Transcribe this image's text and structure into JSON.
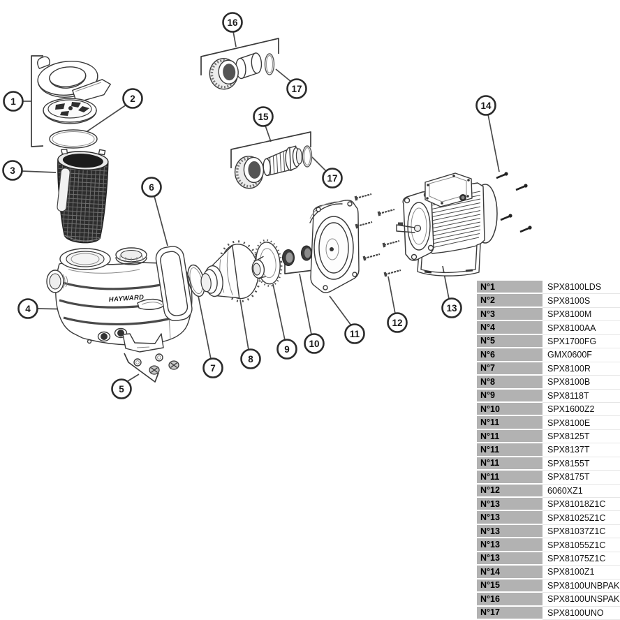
{
  "diagram": {
    "brand_label": "HAYWARD",
    "callouts": [
      {
        "number": "1"
      },
      {
        "number": "2"
      },
      {
        "number": "3"
      },
      {
        "number": "4"
      },
      {
        "number": "5"
      },
      {
        "number": "6"
      },
      {
        "number": "7"
      },
      {
        "number": "8"
      },
      {
        "number": "9"
      },
      {
        "number": "10"
      },
      {
        "number": "11"
      },
      {
        "number": "12"
      },
      {
        "number": "13"
      },
      {
        "number": "14"
      },
      {
        "number": "15"
      },
      {
        "number": "16"
      },
      {
        "number": "17"
      },
      {
        "number": "17"
      }
    ]
  },
  "parts_table": {
    "rows": [
      {
        "ref": "N°1",
        "part": "SPX8100LDS"
      },
      {
        "ref": "N°2",
        "part": "SPX8100S"
      },
      {
        "ref": "N°3",
        "part": "SPX8100M"
      },
      {
        "ref": "N°4",
        "part": "SPX8100AA"
      },
      {
        "ref": "N°5",
        "part": "SPX1700FG"
      },
      {
        "ref": "N°6",
        "part": "GMX0600F"
      },
      {
        "ref": "N°7",
        "part": "SPX8100R"
      },
      {
        "ref": "N°8",
        "part": "SPX8100B"
      },
      {
        "ref": "N°9",
        "part": "SPX8118T"
      },
      {
        "ref": "N°10",
        "part": "SPX1600Z2"
      },
      {
        "ref": "N°11",
        "part": "SPX8100E"
      },
      {
        "ref": "N°11",
        "part": "SPX8125T"
      },
      {
        "ref": "N°11",
        "part": "SPX8137T"
      },
      {
        "ref": "N°11",
        "part": "SPX8155T"
      },
      {
        "ref": "N°11",
        "part": "SPX8175T"
      },
      {
        "ref": "N°12",
        "part": "6060XZ1"
      },
      {
        "ref": "N°13",
        "part": "SPX81018Z1C"
      },
      {
        "ref": "N°13",
        "part": "SPX81025Z1C"
      },
      {
        "ref": "N°13",
        "part": "SPX81037Z1C"
      },
      {
        "ref": "N°13",
        "part": "SPX81055Z1C"
      },
      {
        "ref": "N°13",
        "part": "SPX81075Z1C"
      },
      {
        "ref": "N°14",
        "part": "SPX8100Z1"
      },
      {
        "ref": "N°15",
        "part": "SPX8100UNBPAK"
      },
      {
        "ref": "N°16",
        "part": "SPX8100UNSPAK"
      },
      {
        "ref": "N°17",
        "part": "SPX8100UNO"
      }
    ]
  },
  "colors": {
    "table_ref_bg": "#b2b2b2",
    "line_art": "#3a3a3a",
    "background": "#ffffff"
  }
}
